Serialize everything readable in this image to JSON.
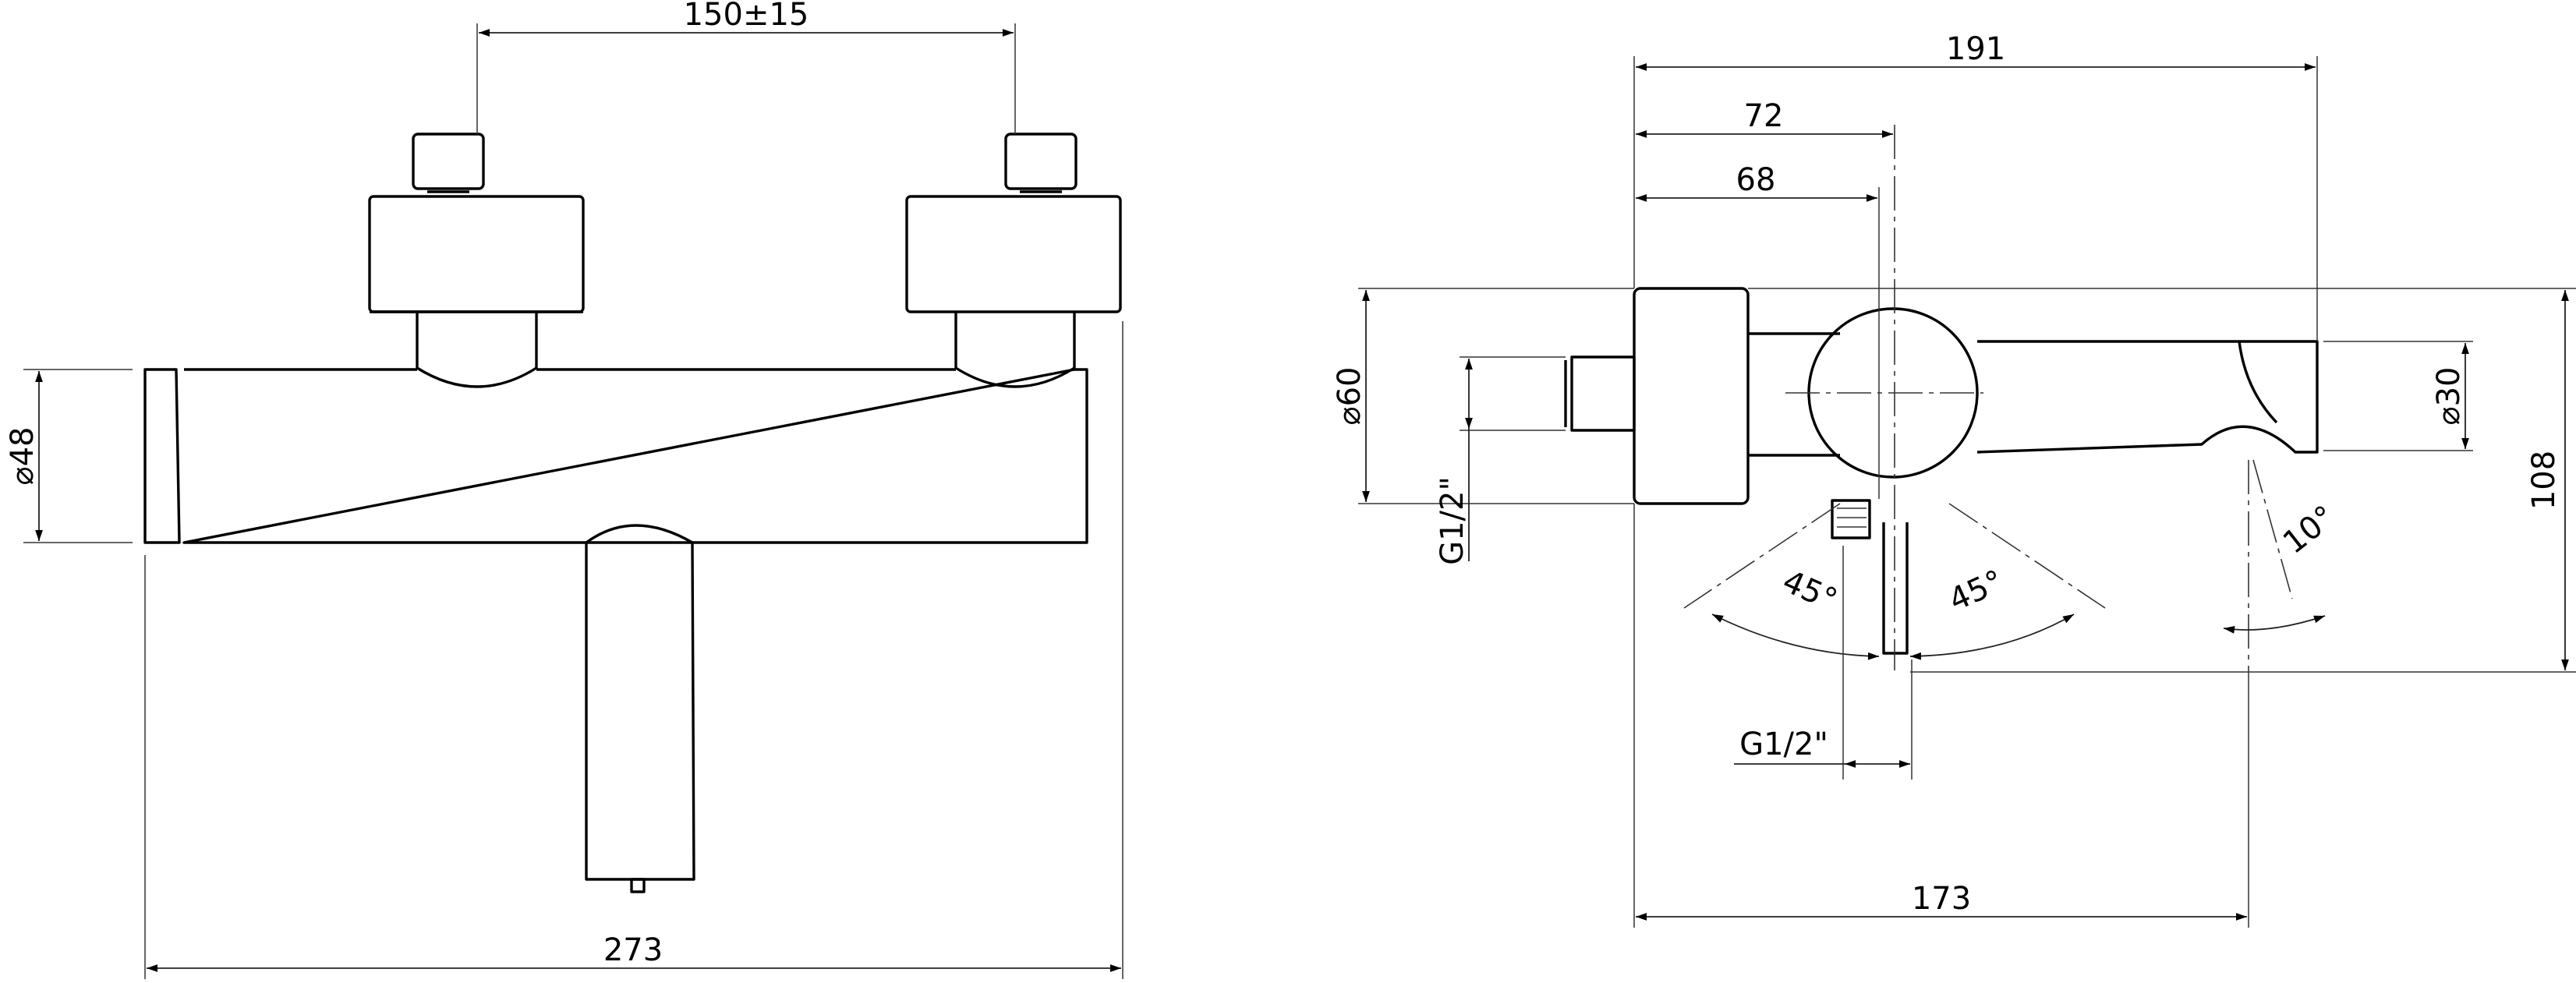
{
  "front_view": {
    "dimensions": {
      "inlet_spacing": "150±15",
      "body_diameter": "⌀48",
      "overall_width": "273"
    }
  },
  "side_view": {
    "dimensions": {
      "total_depth": "191",
      "axis_offset": "72",
      "body_depth": "68",
      "handle_diameter": "⌀60",
      "inlet_thread": "G1/2\"",
      "spout_diameter": "⌀30",
      "height": "108",
      "swing_left": "45°",
      "swing_right": "45°",
      "spout_tilt": "10°",
      "outlet_thread": "G1/2\"",
      "wall_to_spout": "173"
    }
  }
}
